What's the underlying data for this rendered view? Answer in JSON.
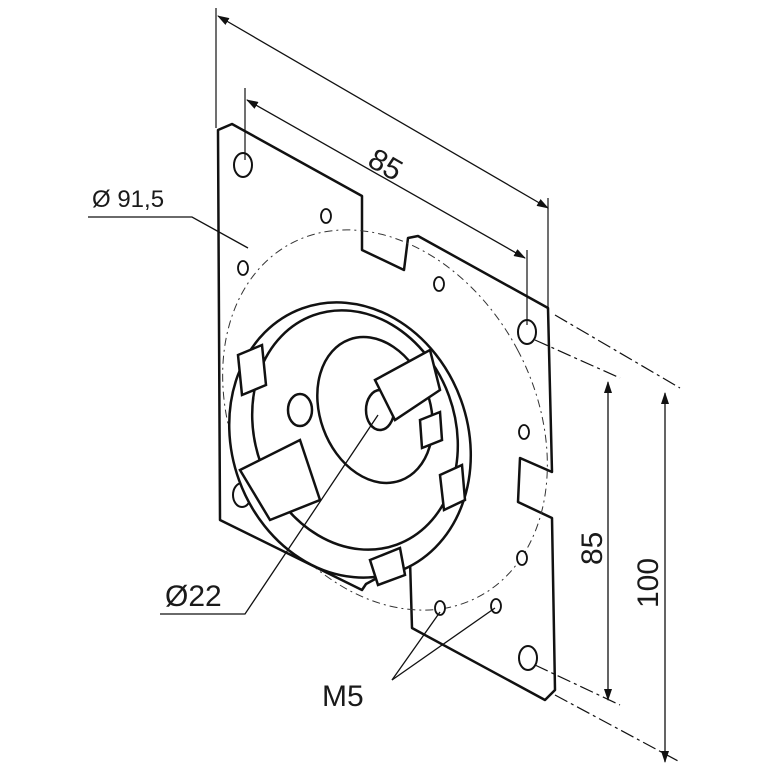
{
  "labels": {
    "circle_diameter": "Ø 91,5",
    "top_dimension": "85",
    "hub_diameter": "Ø22",
    "vertical_hole_spacing": "85",
    "plate_height": "100",
    "thread": "M5"
  }
}
